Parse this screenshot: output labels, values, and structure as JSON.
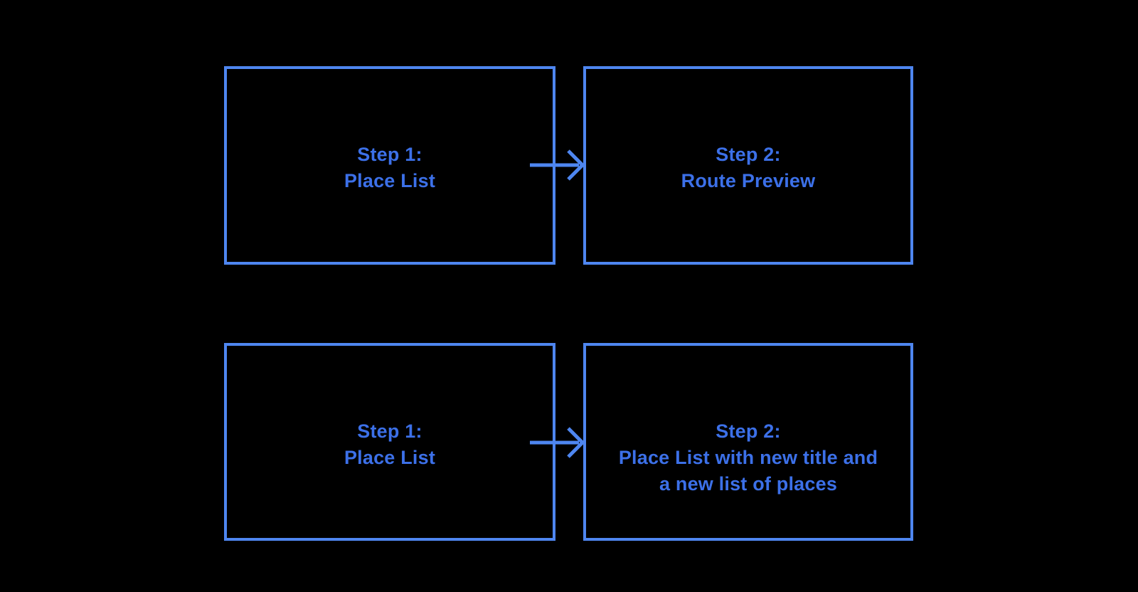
{
  "diagram": {
    "title": "place-list-flow-diagram",
    "background_color": "#000000",
    "border_color": "#4e86f0",
    "text_color": "#3c70e8",
    "arrow_color": "#4e86f0",
    "rows": [
      {
        "connector": "arrow-right",
        "source": {
          "lines": [
            "Step 1:",
            "Place List"
          ]
        },
        "target": {
          "lines": [
            "Step 2:",
            "Route Preview"
          ]
        }
      },
      {
        "connector": "arrow-right",
        "source": {
          "lines": [
            "Step 1:",
            "Place List"
          ]
        },
        "target": {
          "lines": [
            "Step 2:",
            "Place List with new title and",
            "a new list of places"
          ]
        }
      }
    ]
  }
}
